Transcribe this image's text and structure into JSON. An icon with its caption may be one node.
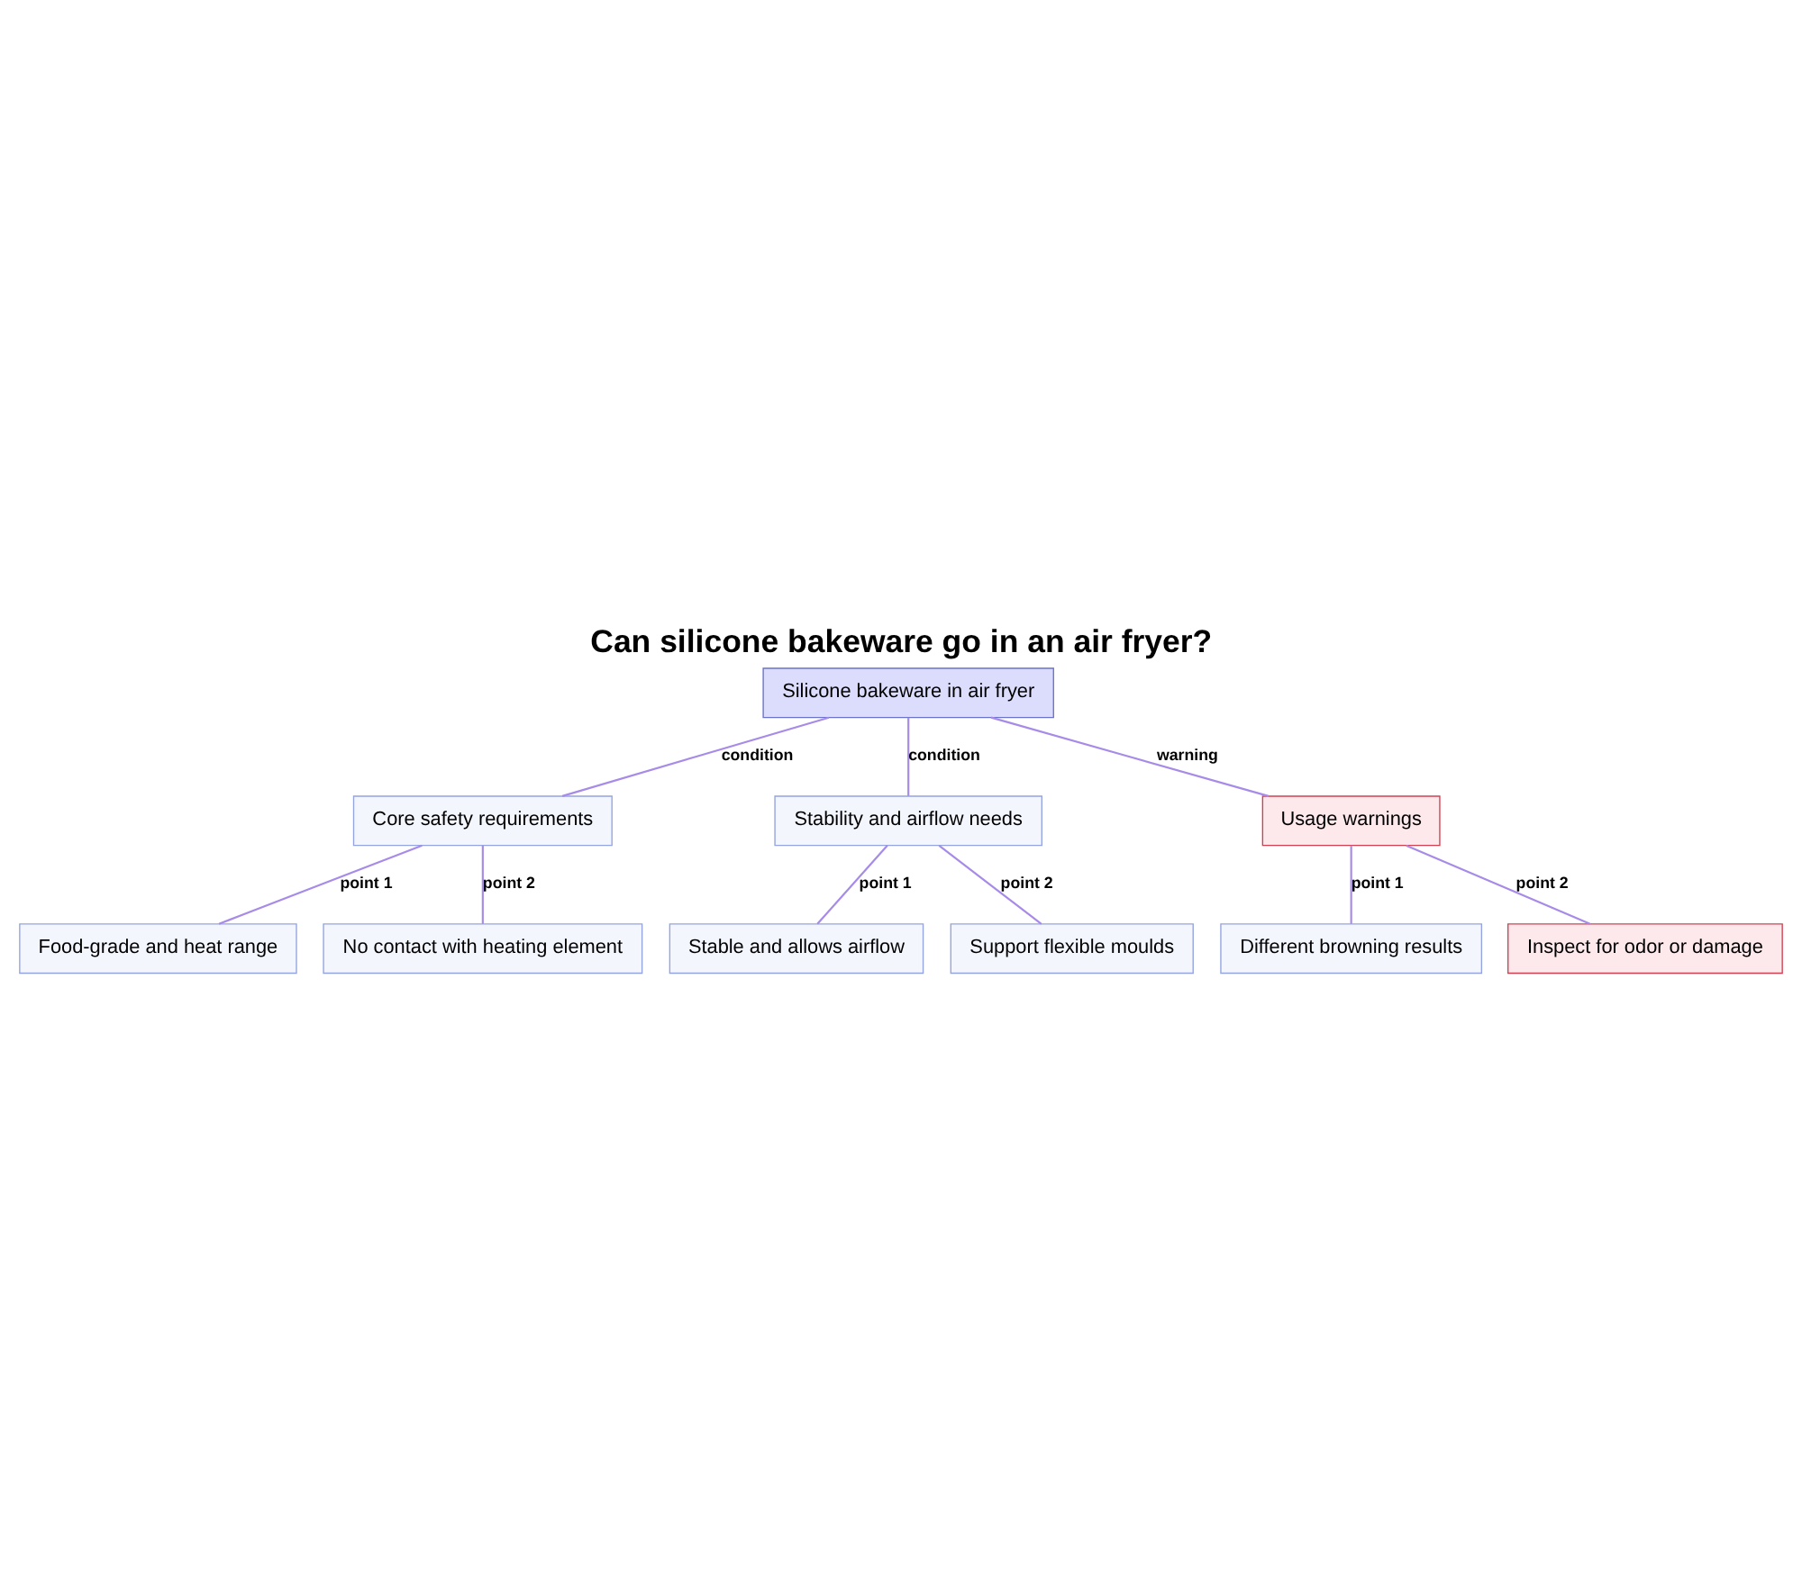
{
  "diagram": {
    "title": "Can silicone bakeware go in an air fryer?",
    "nodes": [
      {
        "text": [
          "Silicone bakeware in air fryer"
        ]
      },
      {
        "text": [
          "Core safety requirements"
        ]
      },
      {
        "text": [
          "Stability and airflow needs"
        ]
      },
      {
        "text": [
          "Usage warnings"
        ]
      },
      {
        "text": [
          "Food-grade and heat range"
        ]
      },
      {
        "text": [
          "No contact with heating element"
        ]
      },
      {
        "text": [
          "Stable and allows airflow"
        ]
      },
      {
        "text": [
          "Support flexible moulds"
        ]
      },
      {
        "text": [
          "Different browning results"
        ]
      },
      {
        "text": [
          "Inspect for odor or damage"
        ]
      }
    ],
    "edges": [
      {
        "from": 0,
        "to": 1,
        "arrow": "none",
        "label": "condition"
      },
      {
        "from": 0,
        "to": 2,
        "arrow": "none",
        "label": "condition"
      },
      {
        "from": 0,
        "to": 3,
        "arrow": "none",
        "label": "warning"
      },
      {
        "from": 1,
        "to": 4,
        "arrow": "none",
        "label": "point 1"
      },
      {
        "from": 1,
        "to": 5,
        "arrow": "none",
        "label": "point 2"
      },
      {
        "from": 2,
        "to": 6,
        "arrow": "none",
        "label": "point 1"
      },
      {
        "from": 2,
        "to": 7,
        "arrow": "none",
        "label": "point 2"
      },
      {
        "from": 3,
        "to": 8,
        "arrow": "none",
        "label": "point 1"
      },
      {
        "from": 3,
        "to": 9,
        "arrow": "none",
        "label": "point 2"
      }
    ]
  }
}
